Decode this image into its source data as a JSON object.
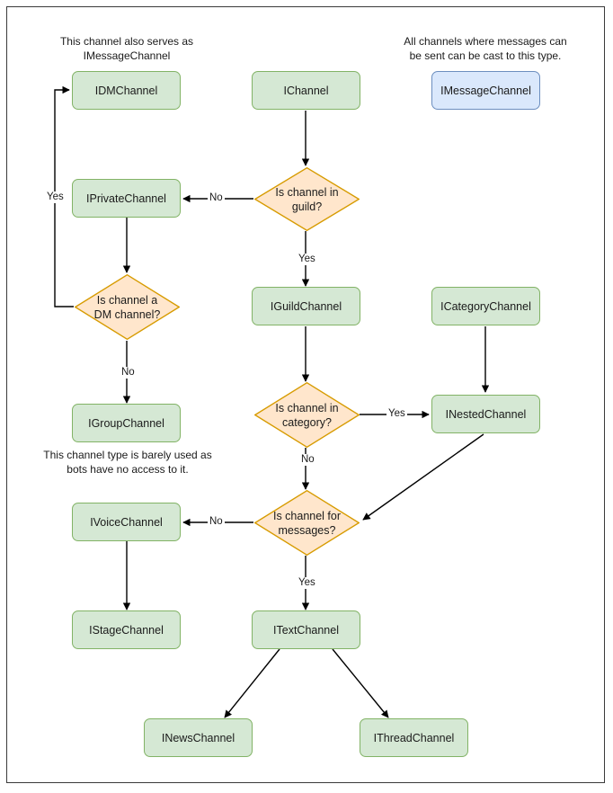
{
  "diagram": {
    "title": "Discord channel interface hierarchy flowchart",
    "colors": {
      "green_fill": "#d5e8d4",
      "green_stroke": "#82b366",
      "blue_fill": "#dae8fc",
      "blue_stroke": "#6c8ebf",
      "orange_fill": "#ffe6cc",
      "orange_stroke": "#d79b00",
      "edge": "#000000",
      "frame": "#3a3a3a"
    }
  },
  "notes": [
    {
      "id": "note-dm",
      "line1": "This channel also serves as",
      "line2": "IMessageChannel"
    },
    {
      "id": "note-message",
      "line1": "All channels where messages can",
      "line2": "be sent can be cast to this type."
    },
    {
      "id": "note-group",
      "line1": "This channel type is barely used as",
      "line2": "bots have no access to it."
    }
  ],
  "nodes": [
    {
      "id": "idmchannel",
      "label": "IDMChannel",
      "kind": "box"
    },
    {
      "id": "ichannel",
      "label": "IChannel",
      "kind": "box"
    },
    {
      "id": "imessagechannel",
      "label": "IMessageChannel",
      "kind": "box-blue"
    },
    {
      "id": "iprivatechannel",
      "label": "IPrivateChannel",
      "kind": "box"
    },
    {
      "id": "igroupchannel",
      "label": "IGroupChannel",
      "kind": "box"
    },
    {
      "id": "iguildchannel",
      "label": "IGuildChannel",
      "kind": "box"
    },
    {
      "id": "icategorychannel",
      "label": "ICategoryChannel",
      "kind": "box"
    },
    {
      "id": "inestedchannel",
      "label": "INestedChannel",
      "kind": "box"
    },
    {
      "id": "ivoicechannel",
      "label": "IVoiceChannel",
      "kind": "box"
    },
    {
      "id": "istagechannel",
      "label": "IStageChannel",
      "kind": "box"
    },
    {
      "id": "itextchannel",
      "label": "ITextChannel",
      "kind": "box"
    },
    {
      "id": "inewschannel",
      "label": "INewsChannel",
      "kind": "box"
    },
    {
      "id": "ithreadchannel",
      "label": "IThreadChannel",
      "kind": "box"
    }
  ],
  "decisions": [
    {
      "id": "is-in-guild",
      "line1": "Is channel in",
      "line2": "guild?"
    },
    {
      "id": "is-dm",
      "line1": "Is channel a",
      "line2": "DM channel?"
    },
    {
      "id": "is-in-category",
      "line1": "Is channel in",
      "line2": "category?"
    },
    {
      "id": "is-for-messages",
      "line1": "Is channel for",
      "line2": "messages?"
    }
  ],
  "edge_labels": [
    {
      "id": "guild-no",
      "text": "No"
    },
    {
      "id": "guild-yes",
      "text": "Yes"
    },
    {
      "id": "dm-yes",
      "text": "Yes"
    },
    {
      "id": "dm-no",
      "text": "No"
    },
    {
      "id": "cat-yes",
      "text": "Yes"
    },
    {
      "id": "cat-no",
      "text": "No"
    },
    {
      "id": "msg-no",
      "text": "No"
    },
    {
      "id": "msg-yes",
      "text": "Yes"
    }
  ]
}
